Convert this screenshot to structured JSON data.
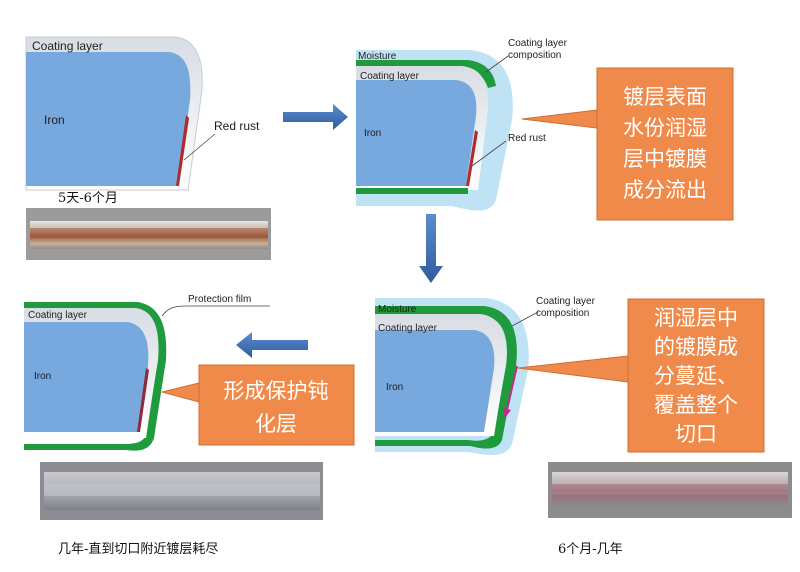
{
  "panel_top_left": {
    "coating_label": "Coating layer",
    "iron_label": "Iron",
    "rust_label": "Red rust",
    "duration_caption": "5天-6个月"
  },
  "panel_top_right": {
    "moisture_label": "Moisture",
    "coating_label": "Coating layer",
    "composition_label_line1": "Coating layer",
    "composition_label_line2": "composition",
    "iron_label": "Iron",
    "rust_label": "Red rust",
    "callout_lines": [
      "镀层表面",
      "水份润湿",
      "层中镀膜",
      "成分流出"
    ]
  },
  "panel_bottom_right": {
    "moisture_label": "Moisture",
    "coating_label": "Coating layer",
    "composition_label_line1": "Coating layer",
    "composition_label_line2": "composition",
    "iron_label": "Iron",
    "callout_lines": [
      "润湿层中",
      "的镀膜成",
      "分蔓延、",
      "覆盖整个",
      "切口"
    ],
    "duration_caption": "6个月-几年"
  },
  "panel_bottom_left": {
    "protection_label": "Protection film",
    "coating_label": "Coating layer",
    "iron_label": "Iron",
    "callout_lines": [
      "形成保护钝",
      "化层"
    ],
    "duration_caption": "几年-直到切口附近镀层耗尽"
  },
  "colors": {
    "iron_fill": "#78a9de",
    "coating_fill": "#e9eef4",
    "moisture_fill": "#bfe3f4",
    "green": "#1f9a3c",
    "rust": "#b02b2b",
    "callout_fill": "#f08a4b",
    "arrow_fill": "#3f6fb4"
  }
}
